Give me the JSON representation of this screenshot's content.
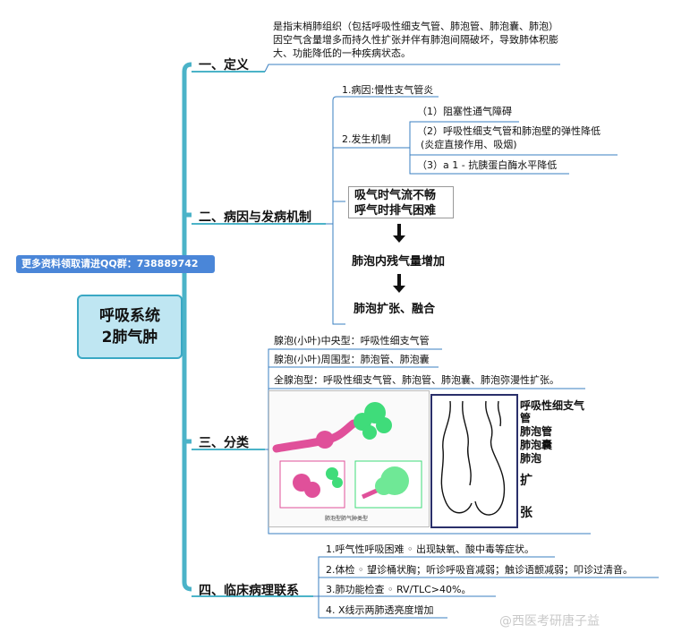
{
  "root": {
    "line1": "呼吸系统",
    "line2": "2肺气肿"
  },
  "ad_banner": "更多资料领取请进QQ群：738889742",
  "branches": {
    "def": "一、定义",
    "cause": "二、病因与发病机制",
    "types": "三、分类",
    "clinical": "四、临床病理联系"
  },
  "definition": "是指末梢肺组织（包括呼吸性细支气管、肺泡管、肺泡囊、肺泡）因空气含量增多而持久性扩张并伴有肺泡间隔破坏，导致肺体积膨大、功能降低的一种疾病状态。",
  "cause": {
    "etiology": "1.病因:慢性支气管炎",
    "mechanism_label": "2.发生机制",
    "mech1": "（1）阻塞性通气障碍",
    "mech2a": "（2）呼吸性细支气管和肺泡壁的弹性降低",
    "mech2b": "(炎症直接作用、吸烟)",
    "mech3": "（3）a 1 - 抗胰蛋白酶水平降低",
    "flow1a": "吸气时气流不畅",
    "flow1b": "呼气时排气困难",
    "flow2": "肺泡内残气量增加",
    "flow3": "肺泡扩张、融合"
  },
  "types": {
    "t1": "腺泡(小叶)中央型：呼吸性细支气管",
    "t2": "腺泡(小叶)周围型：肺泡管、肺泡囊",
    "t3": "全腺泡型：呼吸性细支气管、肺泡管、肺泡囊、肺泡弥漫性扩张。",
    "figure_caption": "肺泡型肺气肿类型",
    "side1": "呼吸性细支气",
    "side2": "管",
    "side3": "肺泡管",
    "side4": "肺泡囊",
    "side5": "肺泡",
    "side6": "扩",
    "side7": "张"
  },
  "clinical": {
    "c1": "1.呼气性呼吸困难  ◦  出现缺氧、酸中毒等症状。",
    "c2": "2.体检  ◦  望诊桶状胸；听诊呼吸音减弱；触诊语颤减弱；叩诊过清音。",
    "c3": "3.肺功能检查  ◦  RV/TLC>40%。",
    "c4": "4. X线示两肺透亮度增加"
  },
  "watermark": "@西医考研唐子益",
  "colors": {
    "trunk": "#4bb3c8",
    "thin": "#3a7fc1",
    "root_fill": "#bfe6f2",
    "ad": "#4a86d8"
  }
}
